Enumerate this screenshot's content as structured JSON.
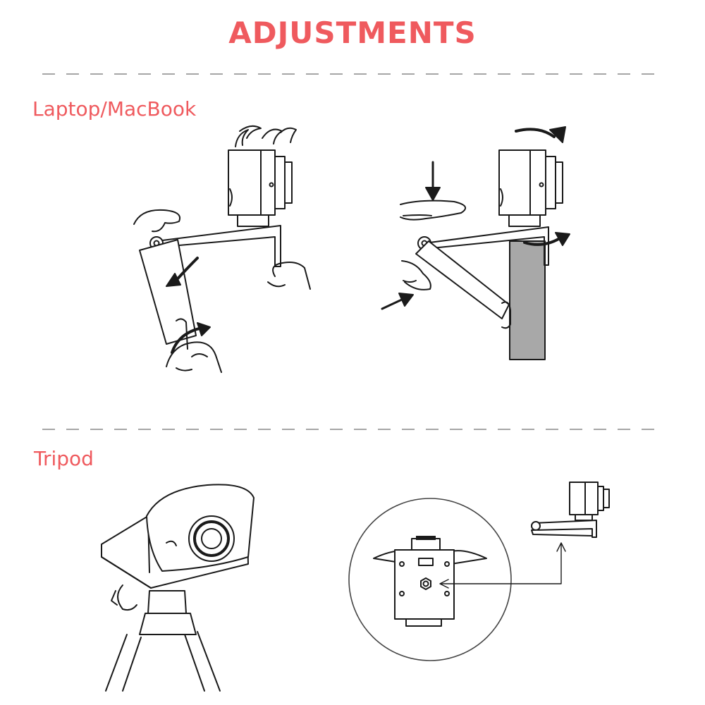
{
  "colors": {
    "accent": "#ef5a5e",
    "line": "#1a1a1a",
    "divider": "#888888",
    "clamp_panel": "#a8a8a8"
  },
  "page": {
    "title": "ADJUSTMENTS"
  },
  "sections": [
    {
      "label": "Laptop/MacBook"
    },
    {
      "label": "Tripod"
    }
  ],
  "icons": [
    "webcam-icon",
    "hand-icon",
    "curved-arrow-icon",
    "straight-arrow-icon",
    "tripod-icon",
    "screw-mount-icon"
  ]
}
